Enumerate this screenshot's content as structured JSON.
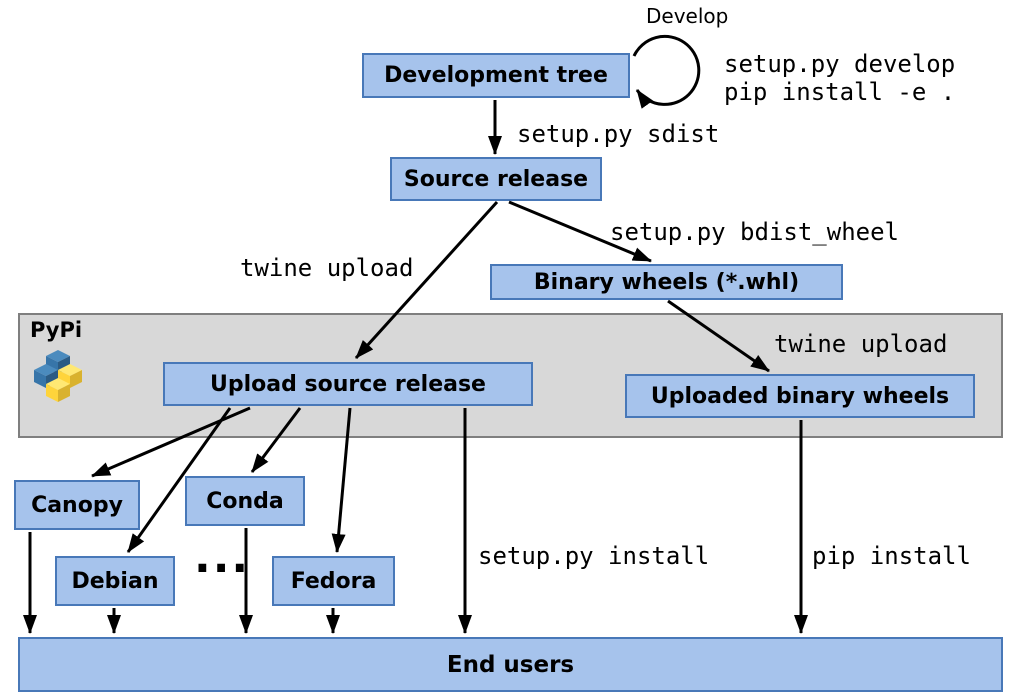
{
  "colors": {
    "box_fill": "#a6c3ec",
    "box_border": "#4878b8",
    "band_fill": "#d8d8d8",
    "band_border": "#7f7f7f",
    "arrow": "#000000",
    "pypi_blue": "#3775a9",
    "pypi_yellow": "#ffd43b"
  },
  "band": {
    "label": "PyPi"
  },
  "nodes": {
    "development_tree": "Development tree",
    "source_release": "Source release",
    "binary_wheels": "Binary wheels (*.whl)",
    "upload_source_release": "Upload source release",
    "uploaded_binary_wheels": "Uploaded binary wheels",
    "canopy": "Canopy",
    "conda": "Conda",
    "debian": "Debian",
    "fedora": "Fedora",
    "more_distros": "...",
    "end_users": "End users"
  },
  "edge_labels": {
    "develop": "Develop",
    "develop_cmds": "setup.py develop\npip install -e .",
    "sdist": "setup.py sdist",
    "twine_upload_source": "twine upload",
    "bdist_wheel": "setup.py bdist_wheel",
    "twine_upload_wheels": "twine upload",
    "setup_install": "setup.py install",
    "pip_install": "pip install"
  }
}
